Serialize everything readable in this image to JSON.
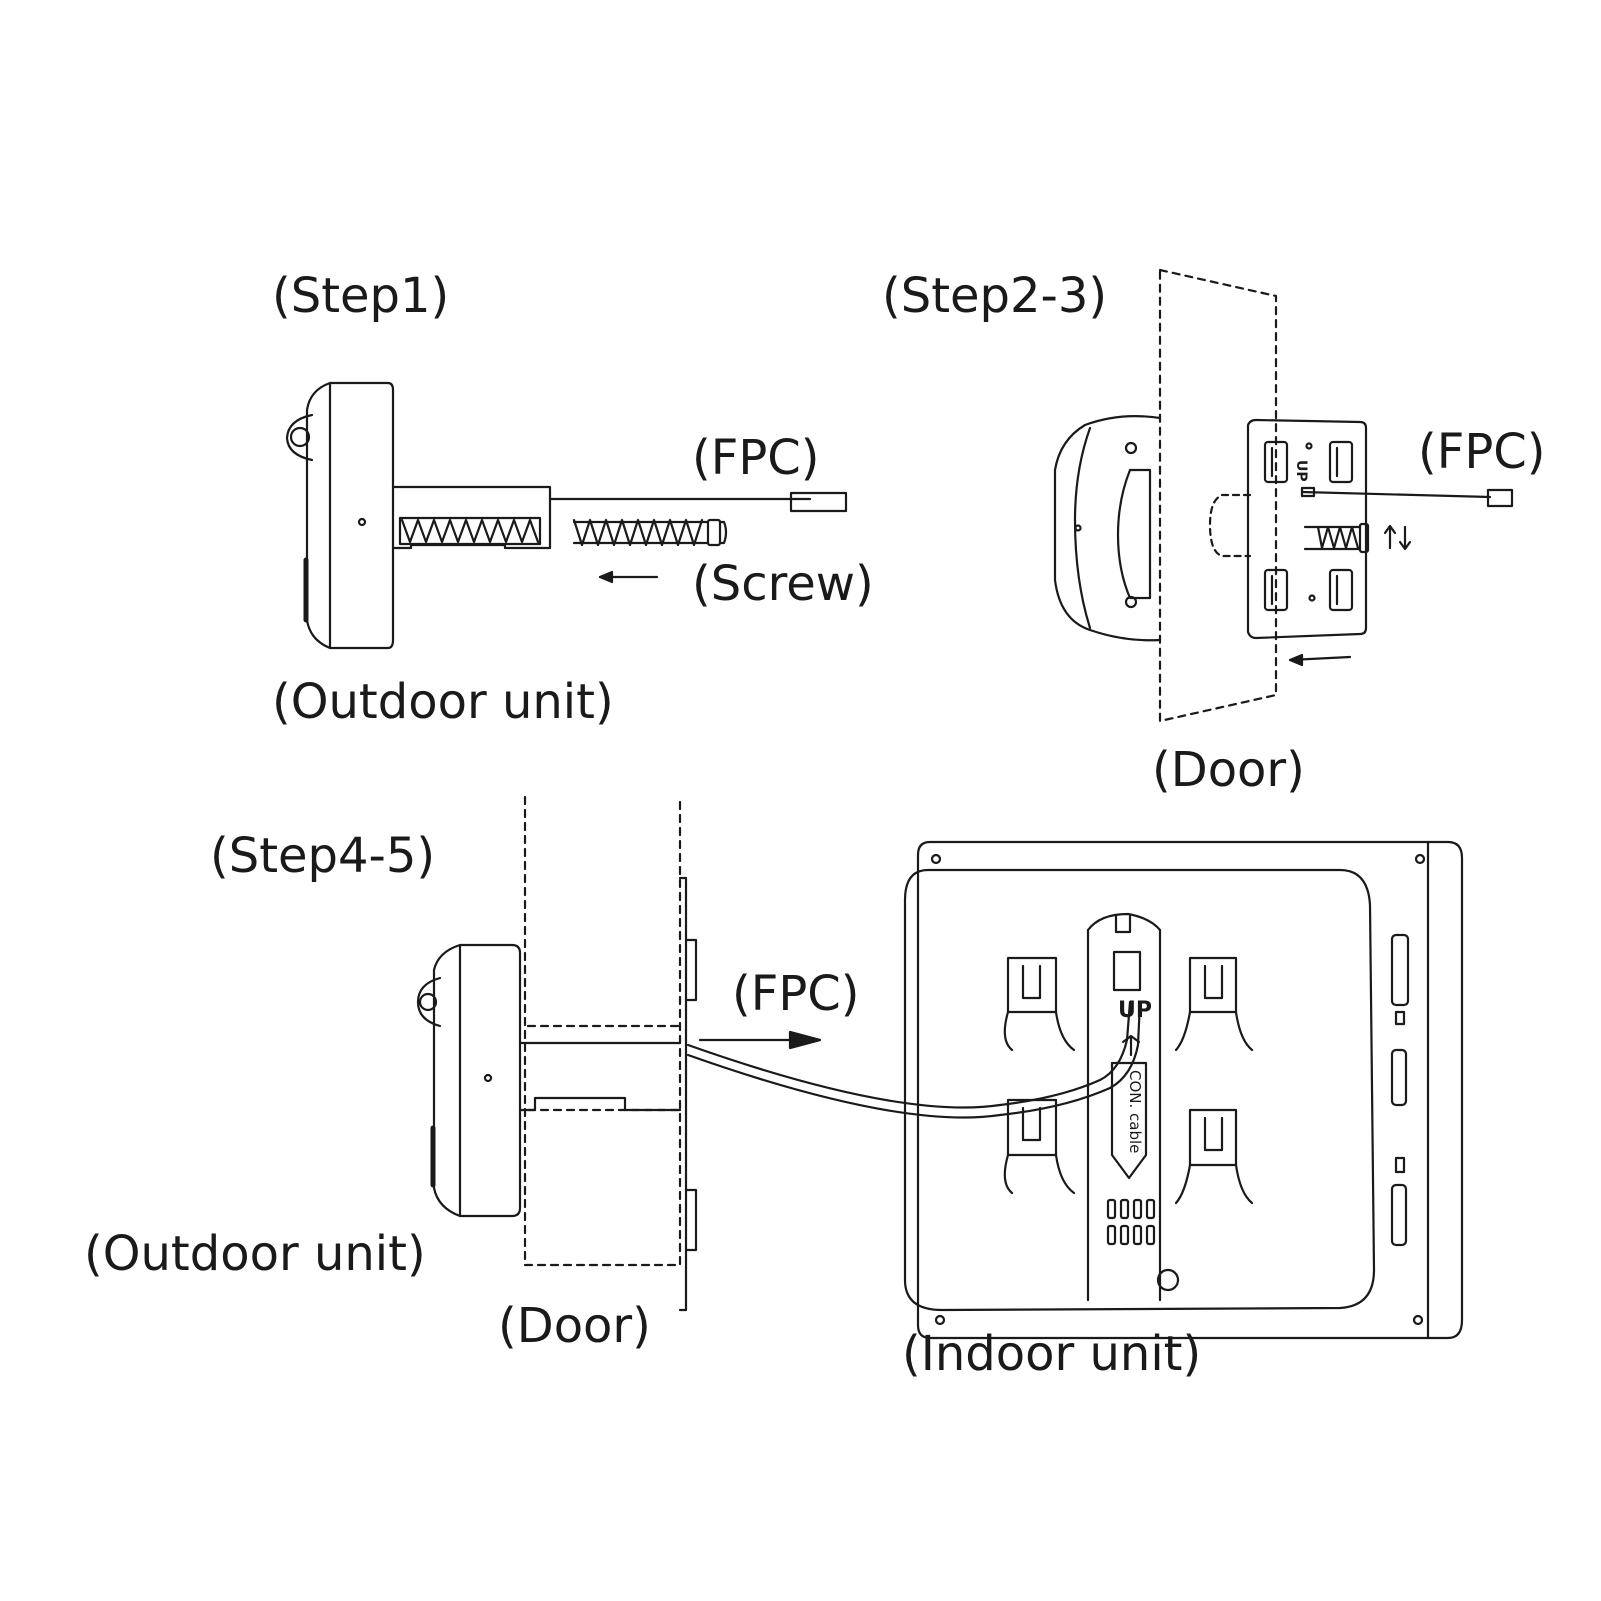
{
  "step1": {
    "title": "(Step1)",
    "fpc": "(FPC)",
    "screw": "(Screw)",
    "outdoor": "(Outdoor unit)"
  },
  "step23": {
    "title": "(Step2-3)",
    "fpc": "(FPC)",
    "door": "(Door)",
    "plate_up": "UP"
  },
  "step45": {
    "title": "(Step4-5)",
    "fpc": "(FPC)",
    "outdoor": "(Outdoor unit)",
    "door": "(Door)",
    "indoor": "(Indoor unit)",
    "back_up": "UP",
    "back_con": "CON. cable"
  },
  "colors": {
    "line": "#1a1a1a",
    "background": "#ffffff"
  }
}
